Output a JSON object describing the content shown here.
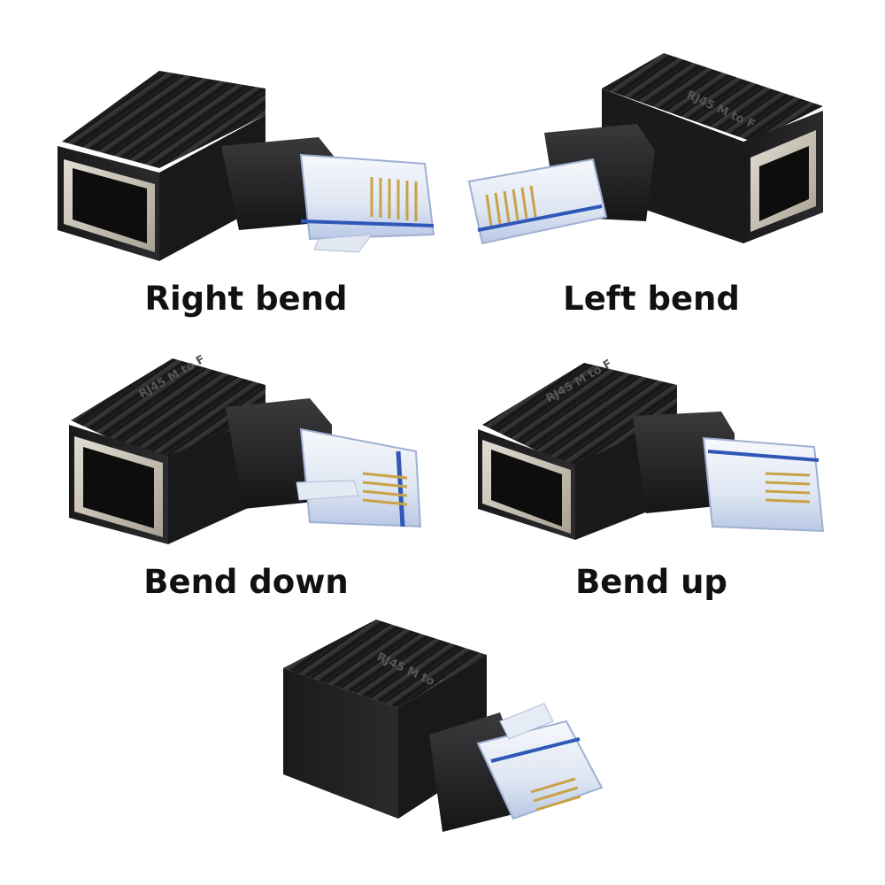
{
  "captions": {
    "right_bend": "Right bend",
    "left_bend": "Left bend",
    "bend_down": "Bend down",
    "bend_up": "Bend up"
  },
  "products": [
    {
      "name": "rj45-right-bend-adapter",
      "caption_ref": "right_bend"
    },
    {
      "name": "rj45-left-bend-adapter",
      "caption_ref": "left_bend"
    },
    {
      "name": "rj45-bend-down-adapter",
      "caption_ref": "bend_down"
    },
    {
      "name": "rj45-bend-up-adapter",
      "caption_ref": "bend_up"
    },
    {
      "name": "rj45-straight-adapter",
      "caption_ref": ""
    }
  ],
  "housing_marking": "RJ45 M to F",
  "colors": {
    "background": "#ffffff",
    "housing": "#1c1c1e",
    "housing_highlight": "#3a3a3d",
    "shield_metal": "#c9c2b6",
    "plug_clear": "#e8eef6",
    "plug_blue": "#2e57b8",
    "contacts_gold": "#c9a247",
    "caption_text": "#111111"
  }
}
